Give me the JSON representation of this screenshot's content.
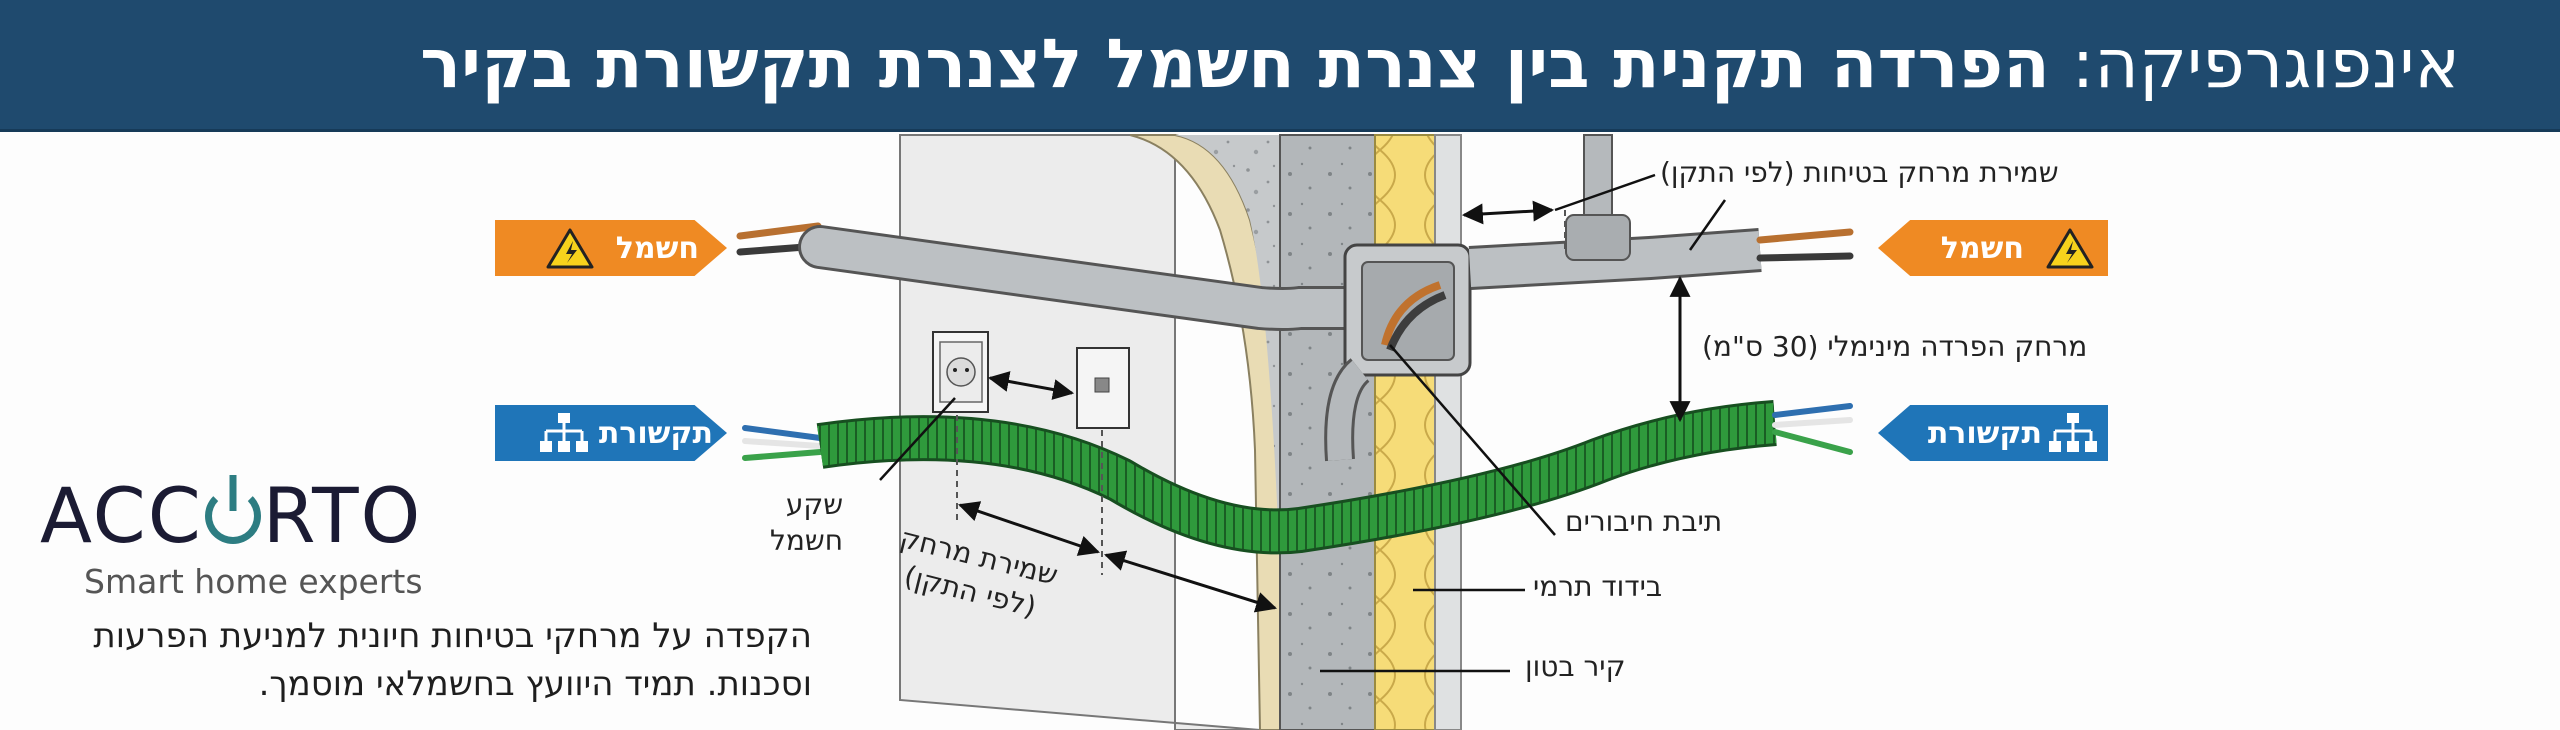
{
  "header": {
    "title_prefix": "אינפוגרפיקה:",
    "title_main": "הפרדה תקנית בין צנרת חשמל לצנרת תקשורת בקיר",
    "background_color": "#1f4a6e"
  },
  "tags": {
    "electric_left": {
      "label": "חשמל",
      "icon": "high-voltage-warning-icon",
      "color": "#ef8a23"
    },
    "comm_left": {
      "label": "תקשורת",
      "icon": "network-hierarchy-icon",
      "color": "#1f75b8"
    },
    "electric_right": {
      "label": "חשמל",
      "icon": "high-voltage-warning-icon",
      "color": "#ef8a23"
    },
    "comm_right": {
      "label": "תקשורת",
      "icon": "network-hierarchy-icon",
      "color": "#1f75b8"
    }
  },
  "labels": {
    "safety_distance_top": "שמירת מרחק בטיחות (לפי התקן)",
    "min_separation": "מרחק הפרדה מינימלי (30 ס\"מ)",
    "junction_box": "תיבת חיבורים",
    "thermal_insulation": "בידוד תרמי",
    "concrete_wall": "קיר בטון",
    "outlet_line1": "שקע",
    "outlet_line2": "חשמל",
    "keep_distance_line1": "שמירת מרחק",
    "keep_distance_line2": "(לפי התקן)"
  },
  "brand": {
    "name_part1": "ACC",
    "name_part2": "RTO",
    "tagline": "Smart home experts",
    "accent_color": "#2d7d82"
  },
  "footer_note": {
    "line1": "הקפדה על מרחקי בטיחות חיונית למניעת הפרעות",
    "line2": "וסכנות. תמיד היוועץ בחשמלאי מוסמך."
  },
  "colors": {
    "electric_conduit": "#b8bcc0",
    "comm_conduit": "#2f9a3c",
    "insulation": "#f4d870",
    "concrete": "#c3c6c8",
    "plaster": "#e9dcb4"
  }
}
